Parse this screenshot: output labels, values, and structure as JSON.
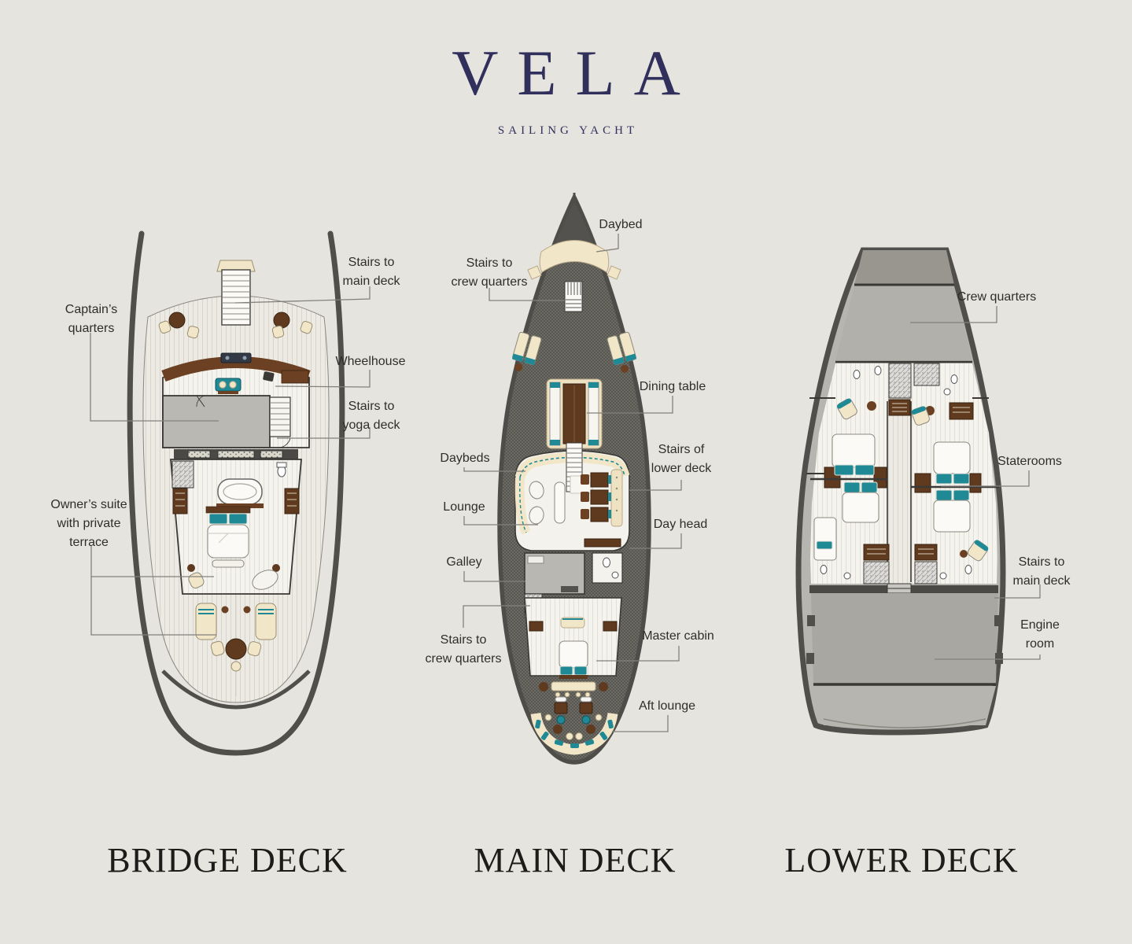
{
  "brand": {
    "title": "VELA",
    "subtitle": "SAILING YACHT"
  },
  "deck_titles": {
    "bridge": "BRIDGE DECK",
    "main": "MAIN DECK",
    "lower": "LOWER DECK"
  },
  "labels": {
    "bridge": {
      "captains_quarters": "Captain’s\nquarters",
      "stairs_to_main_deck": "Stairs to\nmain deck",
      "wheelhouse": "Wheelhouse",
      "stairs_to_yoga_deck": "Stairs to\nyoga deck",
      "owners_suite": "Owner’s suite\nwith private\nterrace"
    },
    "main": {
      "daybed": "Daybed",
      "stairs_to_crew_quarters_fwd": "Stairs to\ncrew quarters",
      "dining_table": "Dining table",
      "daybeds": "Daybeds",
      "stairs_of_lower_deck": "Stairs of\nlower deck",
      "lounge": "Lounge",
      "day_head": "Day head",
      "galley": "Galley",
      "stairs_to_crew_quarters_aft": "Stairs to\ncrew quarters",
      "master_cabin": "Master cabin",
      "aft_lounge": "Aft lounge"
    },
    "lower": {
      "crew_quarters": "Crew quarters",
      "staterooms": "Staterooms",
      "stairs_to_main_deck": "Stairs to\nmain deck",
      "engine_room": "Engine\nroom"
    }
  },
  "colors": {
    "background": "#e6e4de",
    "brand_navy": "#312f5c",
    "label_text": "#2f2e2c",
    "leader_line": "#83817b",
    "hull_gray": "#514f4b",
    "teal_accent": "#1f8a96",
    "cream_upholstery": "#f2e6c8",
    "wood_brown": "#5f3a1f",
    "cabin_gray": "#b9b7b1"
  }
}
